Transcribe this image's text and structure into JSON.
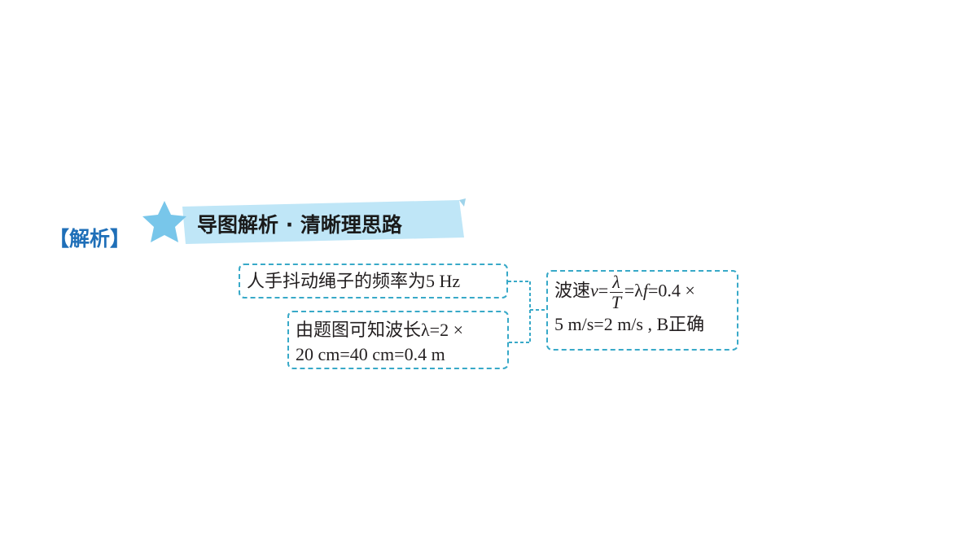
{
  "header": {
    "analysis_label": "【解析】",
    "banner_title": "导图解析 · 清晰理思路"
  },
  "mindmap": {
    "node1": "人手抖动绳子的频率为5 Hz",
    "node2_line1": "由题图可知波长λ=2 ×",
    "node2_line2": "20 cm=40 cm=0.4 m",
    "node3_prefix": "波速",
    "node3_var": "v",
    "node3_eq": "=",
    "node3_frac_num": "λ",
    "node3_frac_den": "T",
    "node3_rest1": "=λ",
    "node3_var2": "f",
    "node3_rest2": "=0.4 ×",
    "node3_line2": "5 m/s=2 m/s , B正确"
  },
  "colors": {
    "accent_blue": "#1f6fb8",
    "banner_fill": "#bfe6f7",
    "star_fill": "#78c6ea",
    "dash_border": "#38a9c8"
  }
}
